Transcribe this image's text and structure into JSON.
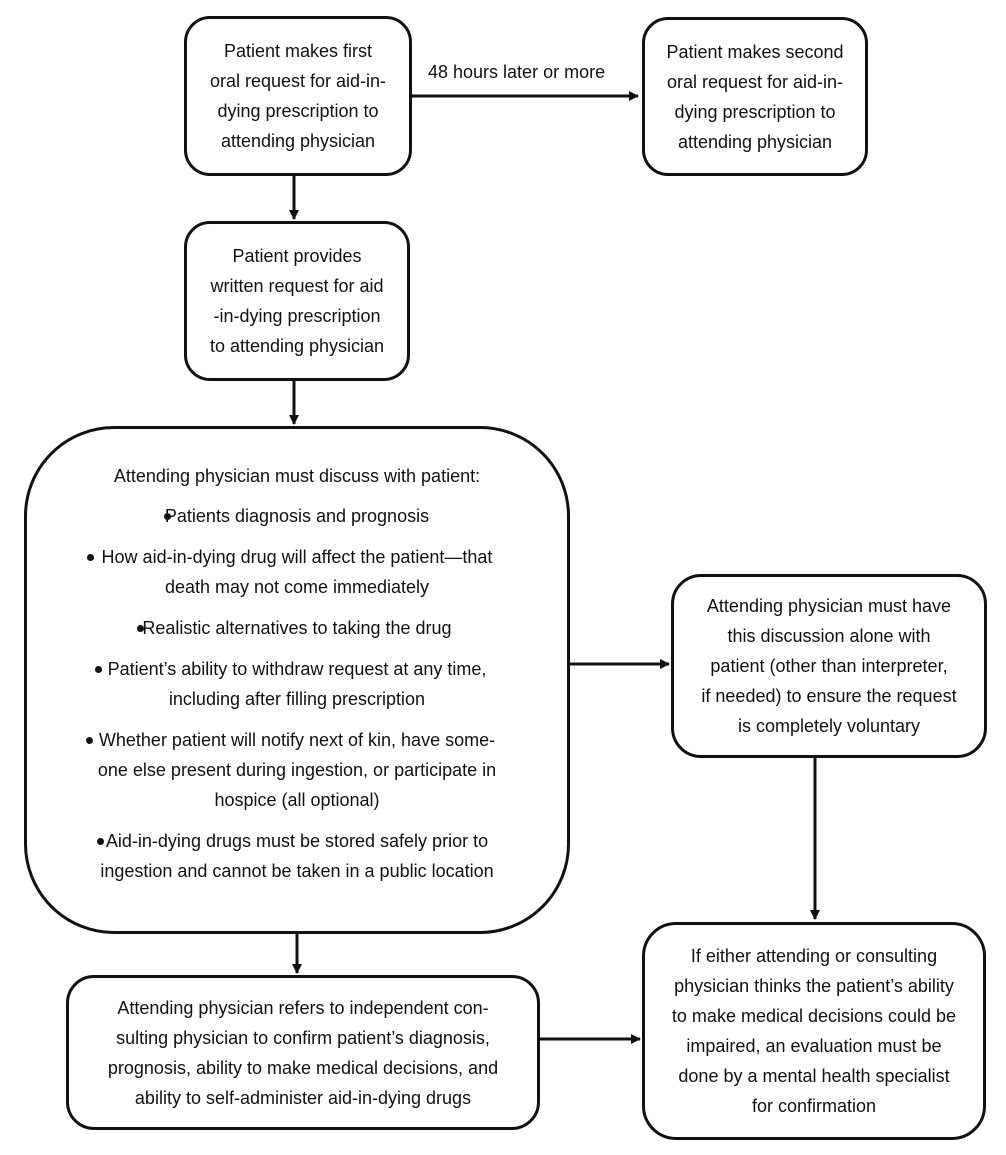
{
  "nodes": {
    "first_request": [
      "Patient makes first",
      "oral request for aid-in-",
      "dying prescription to",
      "attending physician"
    ],
    "second_request": [
      "Patient makes second",
      "oral request for aid-in-",
      "dying prescription to",
      "attending physician"
    ],
    "written_request": [
      "Patient provides",
      "written request for aid",
      "-in-dying prescription",
      "to attending physician"
    ],
    "discussion": {
      "heading": "Attending physician must discuss with patient:",
      "bullets": [
        [
          "Patients diagnosis and prognosis"
        ],
        [
          "How aid-in-dying drug will affect the patient—that",
          "death may not come immediately"
        ],
        [
          "Realistic alternatives to taking the drug"
        ],
        [
          "Patient’s ability to withdraw request at any time,",
          "including after filling prescription"
        ],
        [
          "Whether patient will notify next of kin, have some-",
          "one else present during ingestion, or participate in",
          "hospice (all optional)"
        ],
        [
          "Aid-in-dying drugs must be stored safely prior to",
          "ingestion and cannot be taken in a public location"
        ]
      ]
    },
    "alone_discussion": [
      "Attending physician must have",
      "this discussion alone with",
      "patient (other than interpreter,",
      "if needed) to ensure the request",
      "is completely voluntary"
    ],
    "consulting_referral": [
      "Attending physician refers to independent con-",
      "sulting physician to confirm patient’s diagnosis,",
      "prognosis, ability to make medical decisions, and",
      "ability to self-administer aid-in-dying drugs"
    ],
    "mental_health": [
      "If either attending or consulting",
      "physician thinks the patient’s ability",
      "to make medical decisions could be",
      "impaired, an evaluation must be",
      "done by a mental health specialist",
      "for confirmation"
    ]
  },
  "edges": {
    "first_to_second_label": "48 hours later or more"
  }
}
